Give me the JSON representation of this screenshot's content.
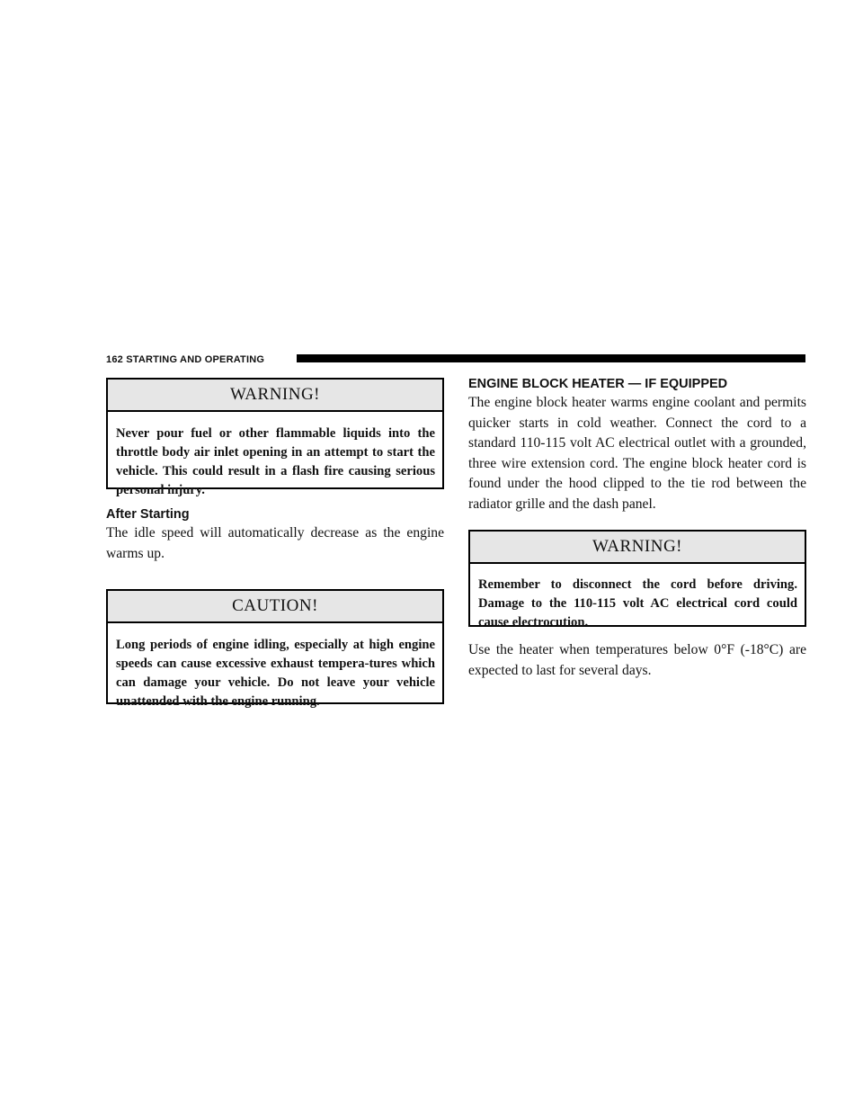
{
  "header": {
    "page_number_section": "162   STARTING AND OPERATING"
  },
  "left": {
    "warning1": {
      "title": "WARNING!",
      "text": "Never pour fuel or other flammable liquids into the throttle body air inlet opening in an attempt to start the vehicle. This could result in a flash fire causing serious personal injury."
    },
    "after_starting": {
      "heading": "After Starting",
      "text": "The idle speed will automatically decrease as the engine warms up."
    },
    "caution": {
      "title": "CAUTION!",
      "text": "Long periods of engine idling, especially at high engine speeds can cause excessive exhaust tempera-tures which can damage your vehicle. Do not leave your vehicle unattended with the engine running."
    }
  },
  "right": {
    "engine_block_heater": {
      "heading": "ENGINE BLOCK HEATER — IF EQUIPPED",
      "text": "The engine block heater warms engine coolant and permits quicker starts in cold weather. Connect the cord to a standard 110-115 volt AC electrical outlet with a grounded, three wire extension cord. The engine block heater cord is found under the hood clipped to the tie rod between the radiator grille and the dash panel."
    },
    "warning2": {
      "title": "WARNING!",
      "text": "Remember to disconnect the cord before driving. Damage to the 110-115 volt AC electrical cord could cause electrocution."
    },
    "closing_text": "Use the heater when temperatures below 0°F (-18°C) are expected to last for several days."
  }
}
